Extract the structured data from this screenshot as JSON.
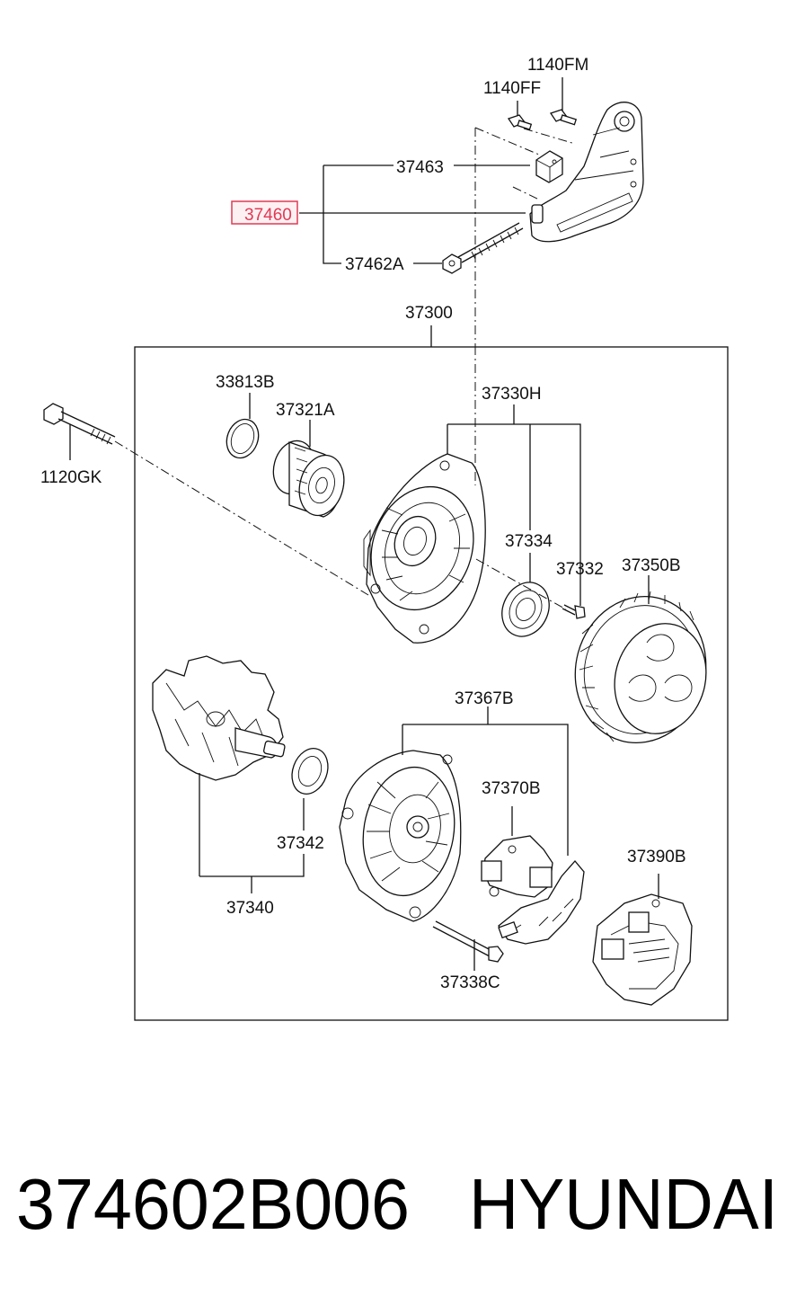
{
  "diagram": {
    "labels": {
      "p1140FM": "1140FM",
      "p1140FF": "1140FF",
      "p37463": "37463",
      "p37460": "37460",
      "p37462A": "37462A",
      "p37300": "37300",
      "p33813B": "33813B",
      "p37321A": "37321A",
      "p1120GK": "1120GK",
      "p37330H": "37330H",
      "p37334": "37334",
      "p37332": "37332",
      "p37350B": "37350B",
      "p37367B": "37367B",
      "p37370B": "37370B",
      "p37342": "37342",
      "p37340": "37340",
      "p37390B": "37390B",
      "p37338C": "37338C"
    },
    "highlighted_part": "37460",
    "highlight_color": "#e03a55"
  },
  "caption": {
    "part_number": "374602B006",
    "brand": "HYUNDAI"
  }
}
